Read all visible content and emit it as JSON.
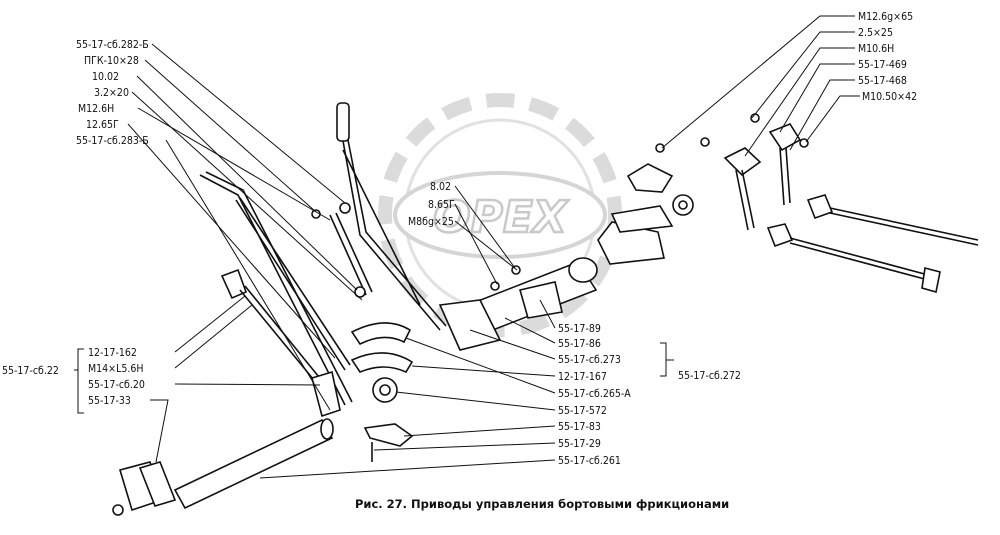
{
  "watermark": "OPEX",
  "caption": "Рис. 27. Приводы управления бортовыми фрикционами",
  "labels_left": [
    "55-17-сб.282-Б",
    "ПГК-10×28",
    "10.02",
    "3.2×20",
    "М12.6Н",
    "12.65Г",
    "55-17-сб.283-Б"
  ],
  "labels_right_top": [
    "М12.6g×65",
    "2.5×25",
    "М10.6Н",
    "55-17-469",
    "55-17-468",
    "М10.50×42"
  ],
  "labels_center": [
    "8.02",
    "8.65Г",
    "М8бg×25"
  ],
  "labels_mid_right": [
    "55-17-89",
    "55-17-86",
    "55-17-сб.273",
    "12-17-167",
    "55-17-сб.265-А",
    "55-17-572",
    "55-17-83",
    "55-17-29",
    "55-17-сб.261"
  ],
  "group_272_label": "55-17-сб.272",
  "group_22_label": "55-17-сб.22",
  "group_22_items": [
    "12-17-162",
    "М14×L5.6Н",
    "55-17-сб.20",
    "55-17-33"
  ]
}
